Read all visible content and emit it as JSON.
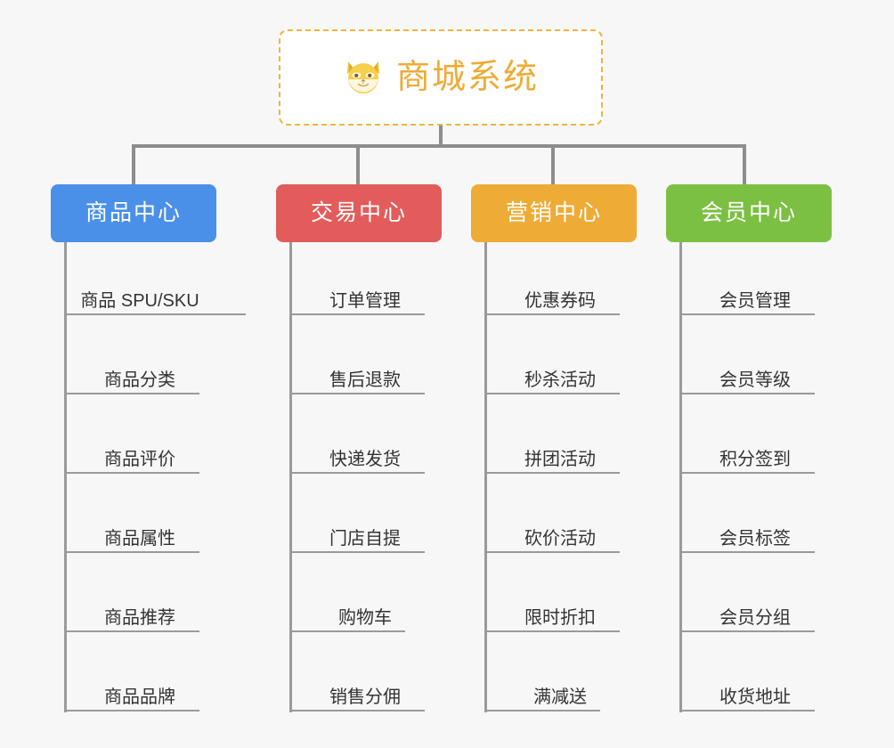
{
  "page": {
    "background_color": "#f7f7f7",
    "connector_color": "#8d8d8d",
    "leaf_rule_color": "#9a9a9a",
    "leaf_text_color": "#333333"
  },
  "root": {
    "title": "商城系统",
    "icon": "shiba-dog-face-icon",
    "text_color": "#eeab35",
    "border_color": "#f0b43c",
    "background_color": "#ffffff"
  },
  "branches": [
    {
      "id": "product-center",
      "label": "商品中心",
      "color": "#4a90e8",
      "items": [
        "商品 SPU/SKU",
        "商品分类",
        "商品评价",
        "商品属性",
        "商品推荐",
        "商品品牌"
      ]
    },
    {
      "id": "trade-center",
      "label": "交易中心",
      "color": "#e25c5c",
      "items": [
        "订单管理",
        "售后退款",
        "快递发货",
        "门店自提",
        "购物车",
        "销售分佣"
      ]
    },
    {
      "id": "marketing-center",
      "label": "营销中心",
      "color": "#eeab35",
      "items": [
        "优惠券码",
        "秒杀活动",
        "拼团活动",
        "砍价活动",
        "限时折扣",
        "满减送"
      ]
    },
    {
      "id": "member-center",
      "label": "会员中心",
      "color": "#7cc043",
      "items": [
        "会员管理",
        "会员等级",
        "积分签到",
        "会员标签",
        "会员分组",
        "收货地址"
      ]
    }
  ]
}
